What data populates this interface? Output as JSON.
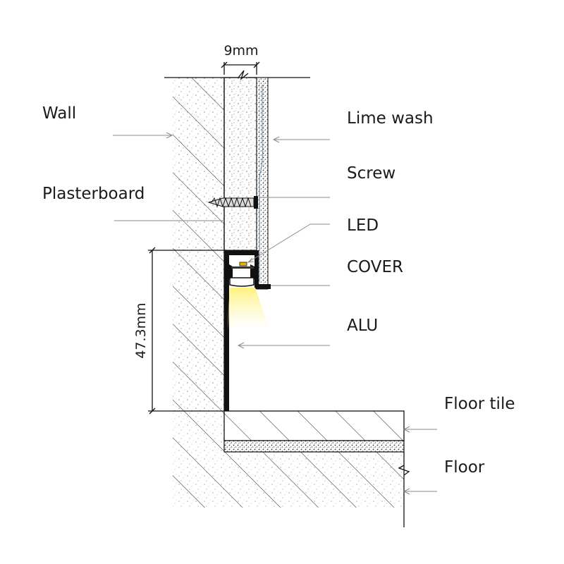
{
  "labels": {
    "wall": "Wall",
    "lime_wash": "Lime wash",
    "screw": "Screw",
    "plasterboard": "Plasterboard",
    "led": "LED",
    "cover": "COVER",
    "alu": "ALU",
    "floor_tile": "Floor tile",
    "floor": "Floor"
  },
  "dimensions": {
    "width": "9mm",
    "height": "47.3mm"
  },
  "colors": {
    "line": "#111111",
    "leader": "#8a8a8a",
    "light": "#fff27a",
    "led": "#e6b800"
  }
}
